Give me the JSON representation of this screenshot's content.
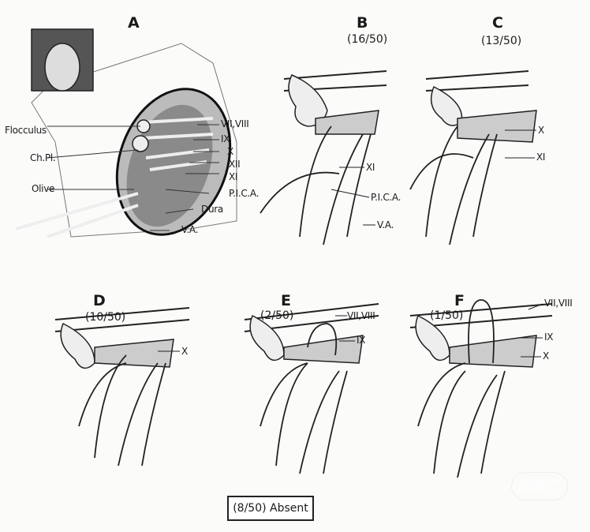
{
  "panels": {
    "A": {
      "letter": "A",
      "labels": {
        "flocculus": "Flocculus",
        "chpl": "Ch.Pl.",
        "olive": "Olive",
        "vii_viii": "VII,VIII",
        "ix": "IX",
        "x": "X",
        "xii": "XII",
        "xi": "XI",
        "pica": "P.I.C.A.",
        "dura": "Dura",
        "va": "V.A."
      }
    },
    "B": {
      "letter": "B",
      "frequency": "(16/50)",
      "labels": {
        "xi": "XI",
        "pica": "P.I.C.A.",
        "va": "V.A."
      }
    },
    "C": {
      "letter": "C",
      "frequency": "(13/50)",
      "labels": {
        "x": "X",
        "xi": "XI"
      }
    },
    "D": {
      "letter": "D",
      "frequency": "(10/50)",
      "labels": {
        "x": "X"
      }
    },
    "E": {
      "letter": "E",
      "frequency": "(2/50)",
      "labels": {
        "vii_viii": "VII,VIII",
        "ix": "IX"
      }
    },
    "F": {
      "letter": "F",
      "frequency": "(1/50)",
      "labels": {
        "vii_viii": "VII,VIII",
        "ix": "IX",
        "x": "X"
      }
    }
  },
  "absent": "(8/50) Absent",
  "watermark": "脑医汇"
}
